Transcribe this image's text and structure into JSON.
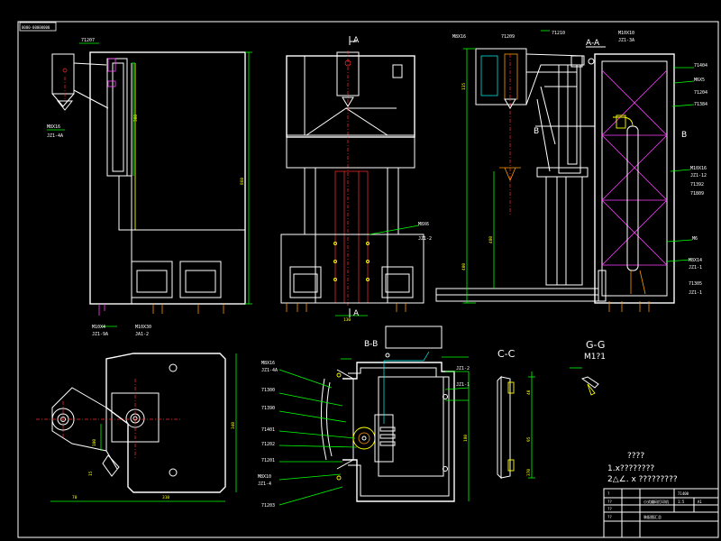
{
  "drawing": {
    "stamp": "0000-00000000",
    "section_marks": {
      "a_top": "A",
      "a_bottom": "A",
      "section_aa": "A-A",
      "b_left": "B",
      "b_right": "B",
      "section_bb": "B-B",
      "section_cc": "C-C",
      "section_gg": "G-G",
      "scale_gg": "M1?1"
    },
    "labels": {
      "l1": "71207",
      "l2": "M8X16",
      "l3": "JZ1-4A",
      "l4": "M10X4",
      "l5": "M8X6",
      "l6": "JZ1-9A",
      "l7": "JA1-2",
      "l8": "M10X30",
      "l9": "JZ1-2",
      "l10": "71404",
      "l11": "M6X5",
      "l12": "71204",
      "l13": "71384",
      "l14": "M10X16",
      "l15": "JZ1-12",
      "l16": "71392",
      "l17": "71809",
      "l18": "M8X14",
      "l19": "JZ1-1",
      "l20": "M8X16",
      "l21": "71209",
      "l22": "M6",
      "l23": "71305",
      "l24": "M8X16",
      "l25": "JZ1-4A",
      "l26": "71300",
      "l27": "71390",
      "l28": "71401",
      "l29": "71202",
      "l30": "71201",
      "l31": "71203",
      "l32": "M8X10",
      "l33": "JZ1-4",
      "l34": "M10X10",
      "l35": "JZ1-3A",
      "l36": "JZ1-2",
      "l37": "JZ1-1",
      "l38": "71210",
      "l39": "JZ1-1"
    },
    "dims": {
      "d1": "380",
      "d2": "860",
      "d3": "130",
      "d4": "135",
      "d5": "400",
      "d6": "480",
      "d7": "310",
      "d8": "70",
      "d9": "100",
      "d10": "15",
      "d11": "340",
      "d12": "180",
      "d13": "40",
      "d14": "95",
      "d15": "370"
    },
    "notes": {
      "title": "????",
      "line1": "1.x????????",
      "line2": "2△∠. x ?????????"
    },
    "title_block": {
      "name": "小式编码打印机",
      "sub": "装配图汇总",
      "c1": "?",
      "c2": "??",
      "c3": "??",
      "c4": "??",
      "c5": "71400",
      "c6": "1:5",
      "c7": "A1"
    }
  }
}
